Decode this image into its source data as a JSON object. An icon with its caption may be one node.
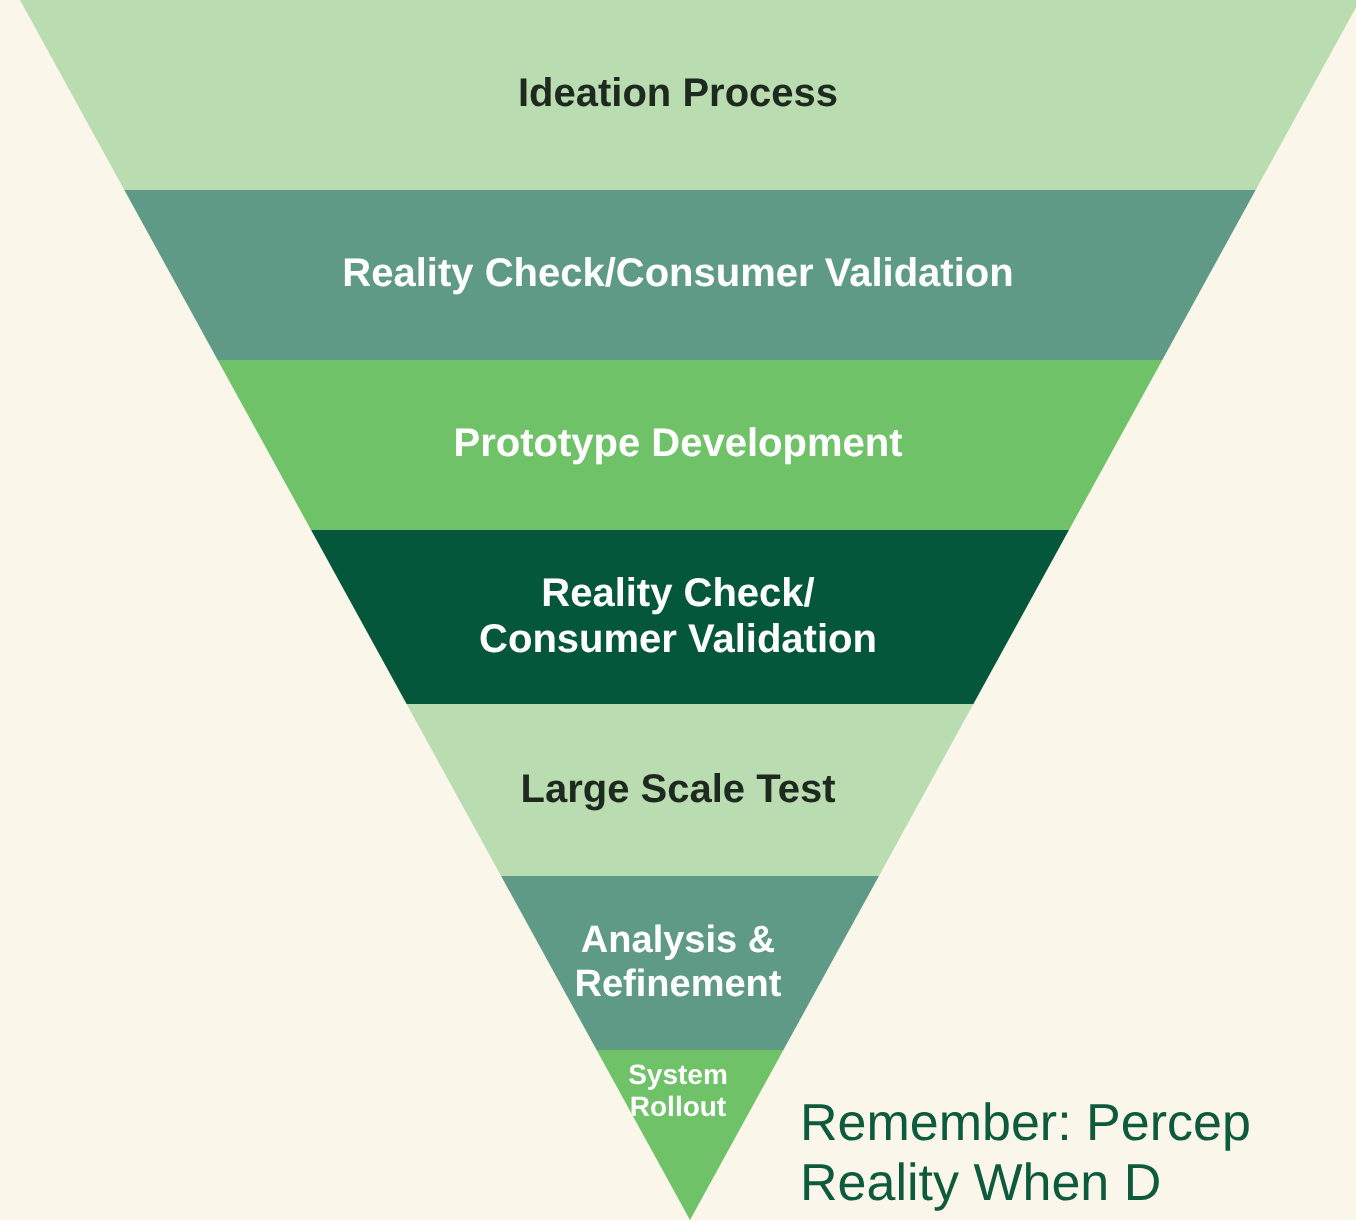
{
  "diagram": {
    "nodes": [
      {
        "text": [
          "Ideation Process"
        ]
      },
      {
        "text": [
          "Reality Check/Consumer Validation"
        ]
      },
      {
        "text": [
          "Prototype Development"
        ]
      },
      {
        "text": [
          "Reality Check/ Consumer Validation"
        ]
      },
      {
        "text": [
          "Large Scale Test"
        ]
      },
      {
        "text": [
          "Analysis & Refinement"
        ]
      },
      {
        "text": [
          "System Rollout"
        ]
      }
    ],
    "edges": [],
    "labels": [
      "Remember: Percep",
      "Reality When D"
    ]
  }
}
